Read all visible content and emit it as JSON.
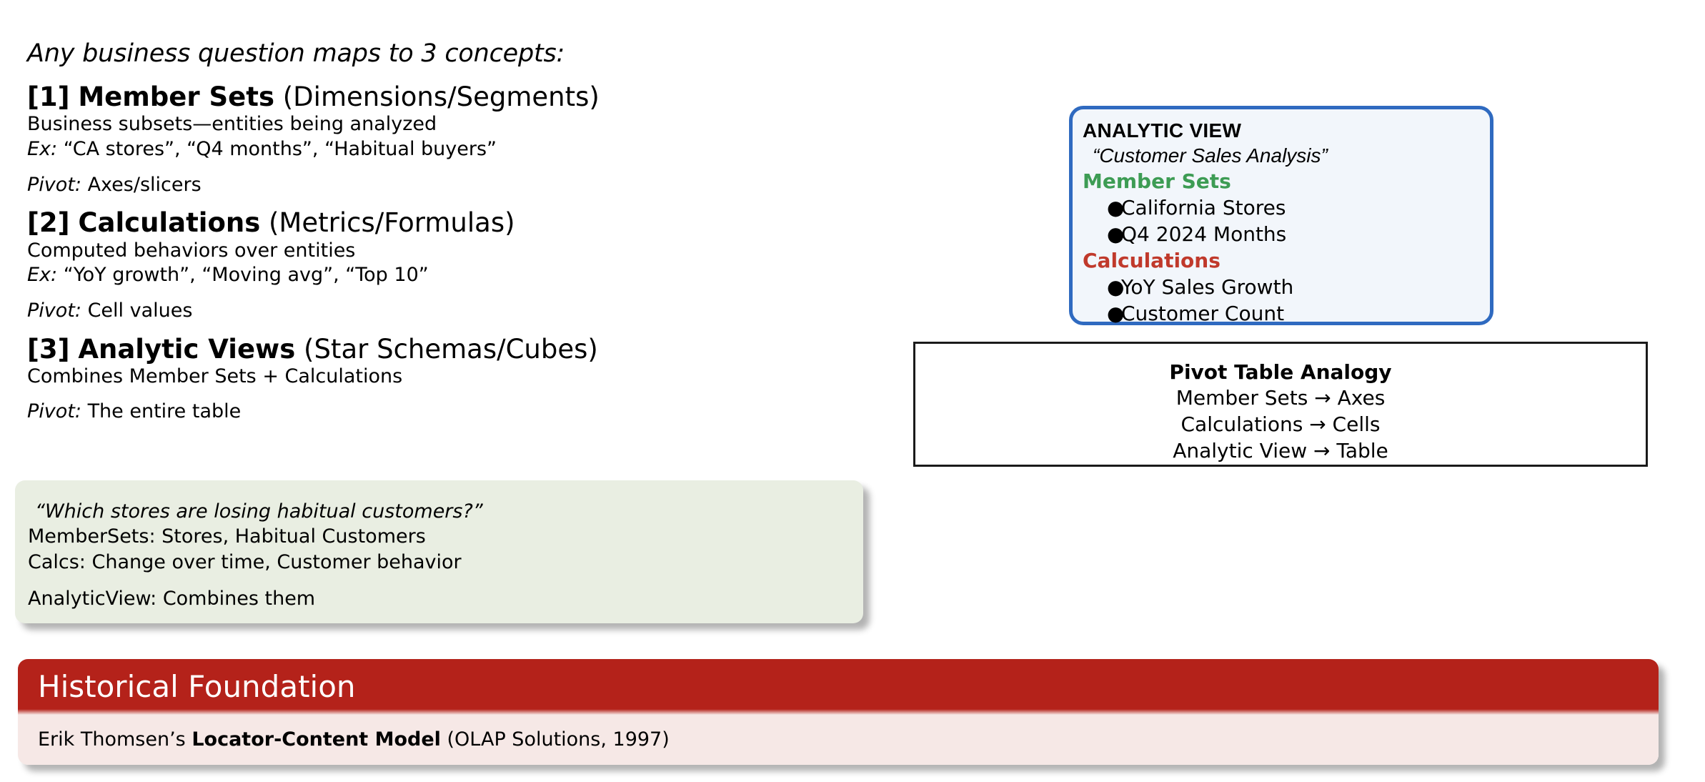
{
  "lead": "Any business question maps to 3 concepts:",
  "concepts": [
    {
      "num": "[1]",
      "name": "Member Sets",
      "paren": "(Dimensions/Segments)",
      "desc": "Business subsets—entities being analyzed",
      "ex_label": "Ex:",
      "ex_value": "“CA stores”, “Q4 months”, “Habitual buyers”",
      "pivot_label": "Pivot:",
      "pivot_value": "Axes/slicers"
    },
    {
      "num": "[2]",
      "name": "Calculations",
      "paren": "(Metrics/Formulas)",
      "desc": "Computed behaviors over entities",
      "ex_label": "Ex:",
      "ex_value": "“YoY growth”, “Moving avg”, “Top 10”",
      "pivot_label": "Pivot:",
      "pivot_value": "Cell values"
    },
    {
      "num": "[3]",
      "name": "Analytic Views",
      "paren": "(Star Schemas/Cubes)",
      "desc": "Combines Member Sets + Calculations",
      "ex_label": "",
      "ex_value": "",
      "pivot_label": "Pivot:",
      "pivot_value": "The entire table"
    }
  ],
  "example_box": {
    "question": "“Which stores are losing habitual customers?”",
    "member_sets": "MemberSets: Stores, Habitual Customers",
    "calcs": "Calcs: Change over time, Customer behavior",
    "analytic_view": "AnalyticView: Combines them",
    "fill_color": "#e9eee2"
  },
  "analytic_view_card": {
    "title": "ANALYTIC VIEW",
    "subtitle": "“Customer Sales Analysis”",
    "member_sets_label": "Member Sets",
    "member_sets_color": "#3d9c54",
    "member_sets_items": [
      "California Stores",
      "Q4 2024 Months"
    ],
    "calculations_label": "Calculations",
    "calculations_color": "#c0392b",
    "calculations_items": [
      "YoY Sales Growth",
      "Customer Count"
    ],
    "border_color": "#2f6ac0",
    "fill_color": "#f2f6fb",
    "bullet": "●"
  },
  "pivot_analogy": {
    "title": "Pivot Table Analogy",
    "lines": [
      "Member Sets → Axes",
      "Calculations → Cells",
      "Analytic View → Table"
    ]
  },
  "banner": {
    "title": "Historical Foundation",
    "body_prefix": "Erik Thomsen’s ",
    "body_bold": "Locator-Content Model",
    "body_suffix": " (OLAP Solutions, 1997)",
    "title_bg": "#b4221a",
    "body_bg": "#f6e8e6"
  }
}
